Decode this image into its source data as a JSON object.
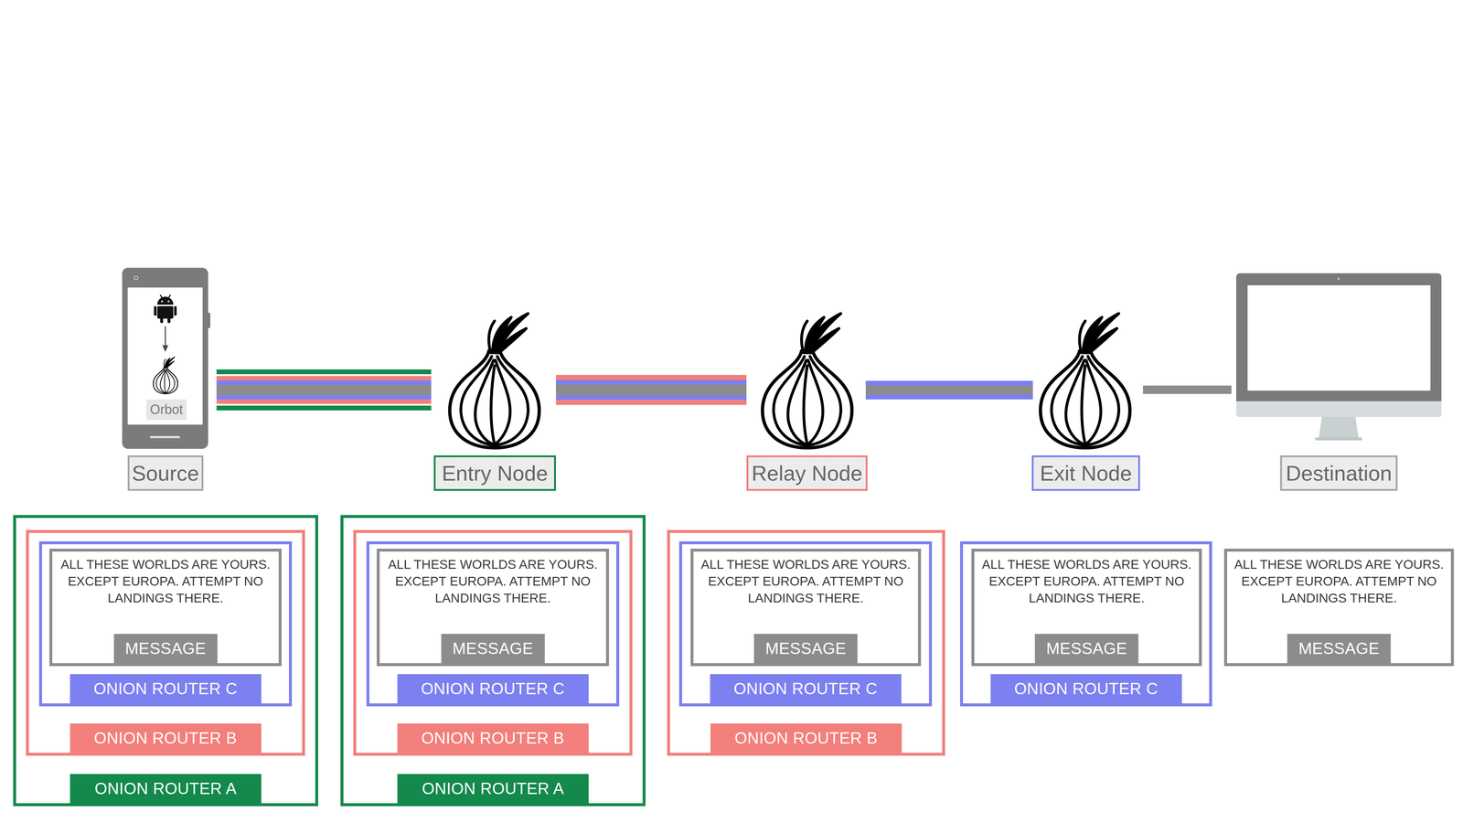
{
  "diagram": {
    "nodes": [
      {
        "text": [
          "Source"
        ]
      },
      {
        "text": [
          "Entry Node"
        ]
      },
      {
        "text": [
          "Relay Node"
        ]
      },
      {
        "text": [
          "Exit Node"
        ]
      },
      {
        "text": [
          "Destination"
        ]
      },
      {
        "text": [
          "ONION ROUTER A"
        ]
      },
      {
        "text": [
          "ONION ROUTER B"
        ],
        "in": 5
      },
      {
        "text": [
          "ONION ROUTER C"
        ],
        "in": 6
      },
      {
        "text": [
          "ALL THESE WORLDS ARE YOURS. EXCEPT EUROPA. ATTEMPT NO LANDINGS THERE.",
          "MESSAGE"
        ],
        "in": 7
      },
      {
        "text": [
          "ONION ROUTER A"
        ]
      },
      {
        "text": [
          "ONION ROUTER B"
        ],
        "in": 9
      },
      {
        "text": [
          "ONION ROUTER C"
        ],
        "in": 10
      },
      {
        "text": [
          "ALL THESE WORLDS ARE YOURS. EXCEPT EUROPA. ATTEMPT NO LANDINGS THERE.",
          "MESSAGE"
        ],
        "in": 11
      },
      {
        "text": [
          "ONION ROUTER B"
        ]
      },
      {
        "text": [
          "ONION ROUTER C"
        ],
        "in": 13
      },
      {
        "text": [
          "ALL THESE WORLDS ARE YOURS. EXCEPT EUROPA. ATTEMPT NO LANDINGS THERE.",
          "MESSAGE"
        ],
        "in": 14
      },
      {
        "text": [
          "ONION ROUTER C"
        ]
      },
      {
        "text": [
          "ALL THESE WORLDS ARE YOURS. EXCEPT EUROPA. ATTEMPT NO LANDINGS THERE.",
          "MESSAGE"
        ],
        "in": 16
      },
      {
        "text": [
          "ALL THESE WORLDS ARE YOURS. EXCEPT EUROPA. ATTEMPT NO LANDINGS THERE.",
          "MESSAGE"
        ]
      }
    ],
    "labels": [
      "Orbot"
    ]
  }
}
